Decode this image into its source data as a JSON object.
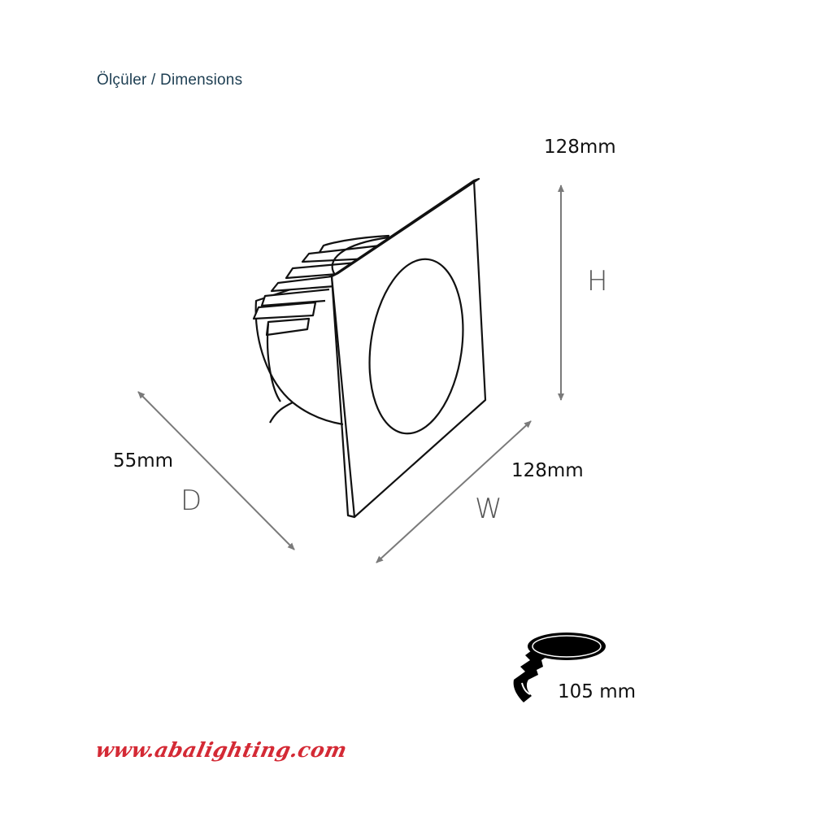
{
  "title": "Ölçüler / Dimensions",
  "dimensions": {
    "height": {
      "label": "H",
      "value": "128mm"
    },
    "width": {
      "label": "W",
      "value": "128mm"
    },
    "depth": {
      "label": "D",
      "value": "55mm"
    },
    "cutout": {
      "value": "105 mm"
    }
  },
  "product": {
    "type": "square recessed LED downlight",
    "icons": [
      "downlight-drawing-icon",
      "ceiling-cutout-icon"
    ]
  },
  "colors": {
    "title": "#1d3e52",
    "arrow": "#7a7a7a",
    "brand": "#d42a35"
  },
  "footer": {
    "url": "www.abalighting.com"
  }
}
